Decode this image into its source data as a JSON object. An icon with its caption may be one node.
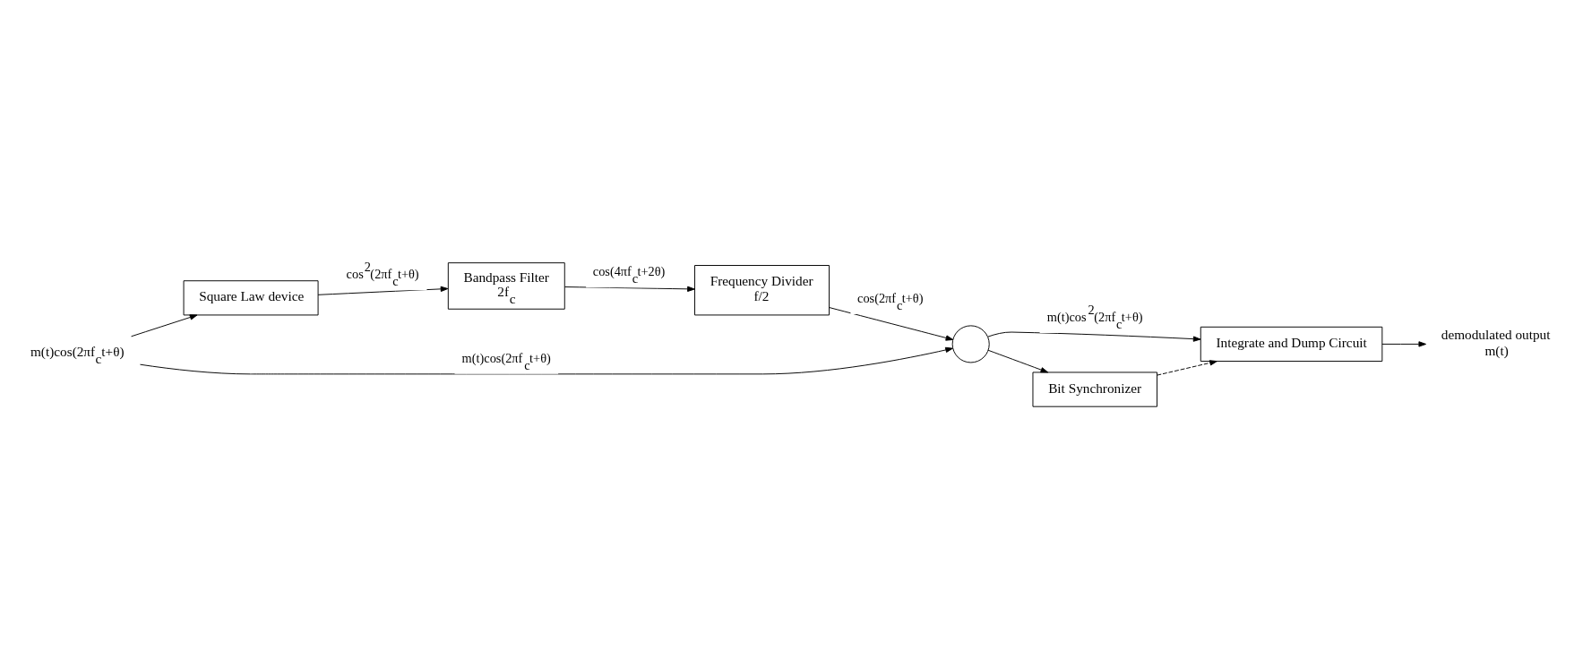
{
  "diagram": {
    "nodes": [
      {
        "text": [
          "m(t)cos(2πf$_{c}$t+θ)"
        ]
      },
      {
        "text": [
          "Square Law device"
        ]
      },
      {
        "text": [
          "Bandpass Filter",
          "2f$_{c}$"
        ]
      },
      {
        "text": [
          "Frequency Divider",
          "f/2"
        ]
      },
      {
        "text": [],
        "shape": "circle"
      },
      {
        "text": [
          "Integrate and Dump Circuit"
        ]
      },
      {
        "text": [
          "Bit Synchronizer"
        ]
      },
      {
        "text": [
          "demodulated output",
          "m(t)"
        ]
      }
    ],
    "edges": [
      {
        "from": 0,
        "to": 1,
        "arrow": "to"
      },
      {
        "from": 1,
        "to": 2,
        "arrow": "to",
        "label": "cos$^{2}$(2πf$_{c}$t+θ)"
      },
      {
        "from": 2,
        "to": 3,
        "arrow": "to",
        "label": "cos(4πf$_{c}$t+2θ)"
      },
      {
        "from": 3,
        "to": 4,
        "arrow": "to",
        "label": "cos(2πf$_{c}$t+θ)"
      },
      {
        "from": 0,
        "to": 4,
        "arrow": "to",
        "label": "m(t)cos(2πf$_{c}$t+θ)"
      },
      {
        "from": 4,
        "to": 5,
        "arrow": "to",
        "label": "m(t)cos$^{2}$(2πf$_{c}$t+θ)"
      },
      {
        "from": 4,
        "to": 6,
        "arrow": "to"
      },
      {
        "from": 6,
        "to": 5,
        "arrow": "to",
        "style": "dashed"
      },
      {
        "from": 5,
        "to": 7,
        "arrow": "to"
      }
    ]
  }
}
